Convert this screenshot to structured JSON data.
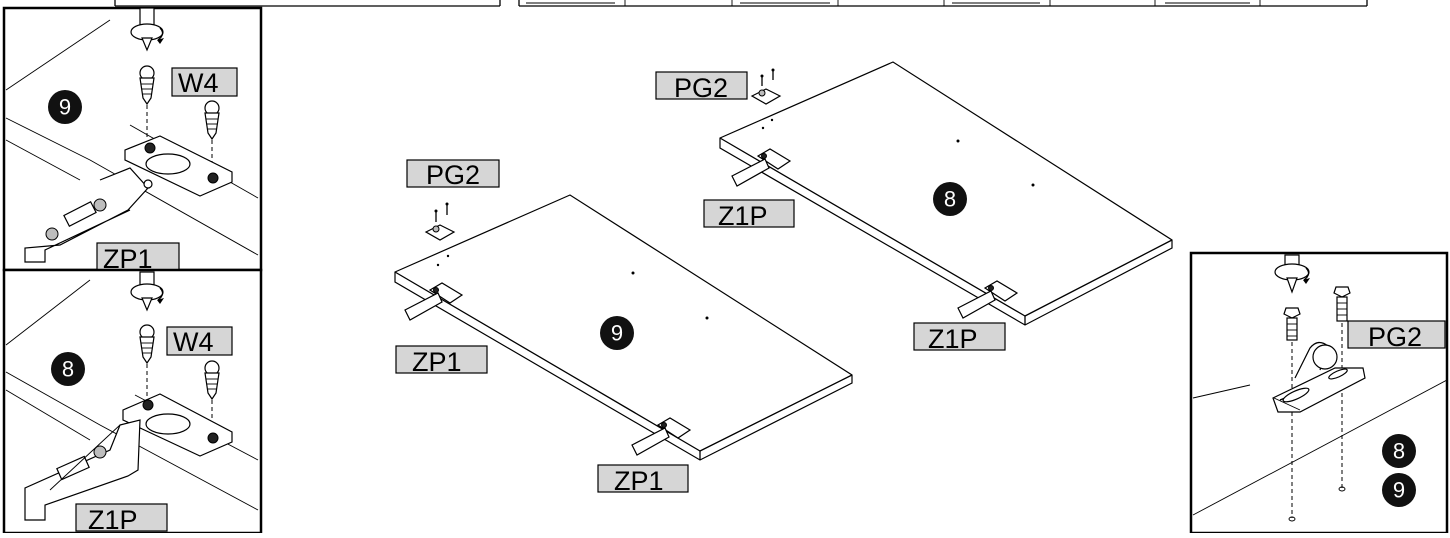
{
  "labels": {
    "w4": "W4",
    "zp1": "ZP1",
    "z1p": "Z1P",
    "pg2": "PG2"
  },
  "numbers": {
    "eight": "8",
    "nine": "9"
  }
}
